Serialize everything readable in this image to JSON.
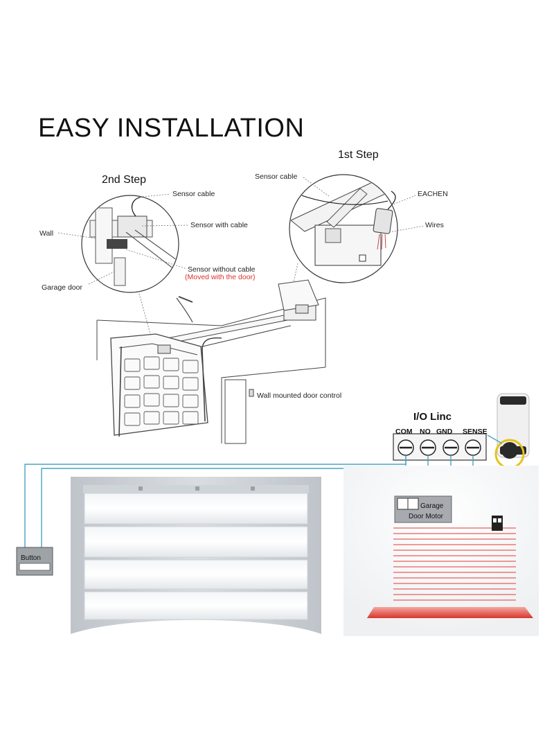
{
  "title": "EASY INSTALLATION",
  "step1": {
    "heading": "1st Step",
    "sensor_cable": "Sensor cable",
    "device": "EACHEN",
    "wires": "Wires"
  },
  "step2": {
    "heading": "2nd Step",
    "sensor_cable": "Sensor cable",
    "sensor_with_cable": "Sensor with cable",
    "sensor_without_cable": "Sensor without cable",
    "moved_note": "(Moved with the door)",
    "wall": "Wall",
    "garage_door": "Garage door"
  },
  "wall_control": "Wall mounted door control",
  "io": {
    "title": "I/O Linc",
    "terminals": [
      "COM",
      "NO",
      "GND",
      "SENSE"
    ]
  },
  "button_label": "Button",
  "motor_label_line1": "Garage",
  "motor_label_line2": "Door Motor",
  "colors": {
    "wire": "#4aa3c0",
    "note_red": "#d9332b",
    "beam_red": "#e8453c",
    "device_yellow": "#e6c21a"
  }
}
